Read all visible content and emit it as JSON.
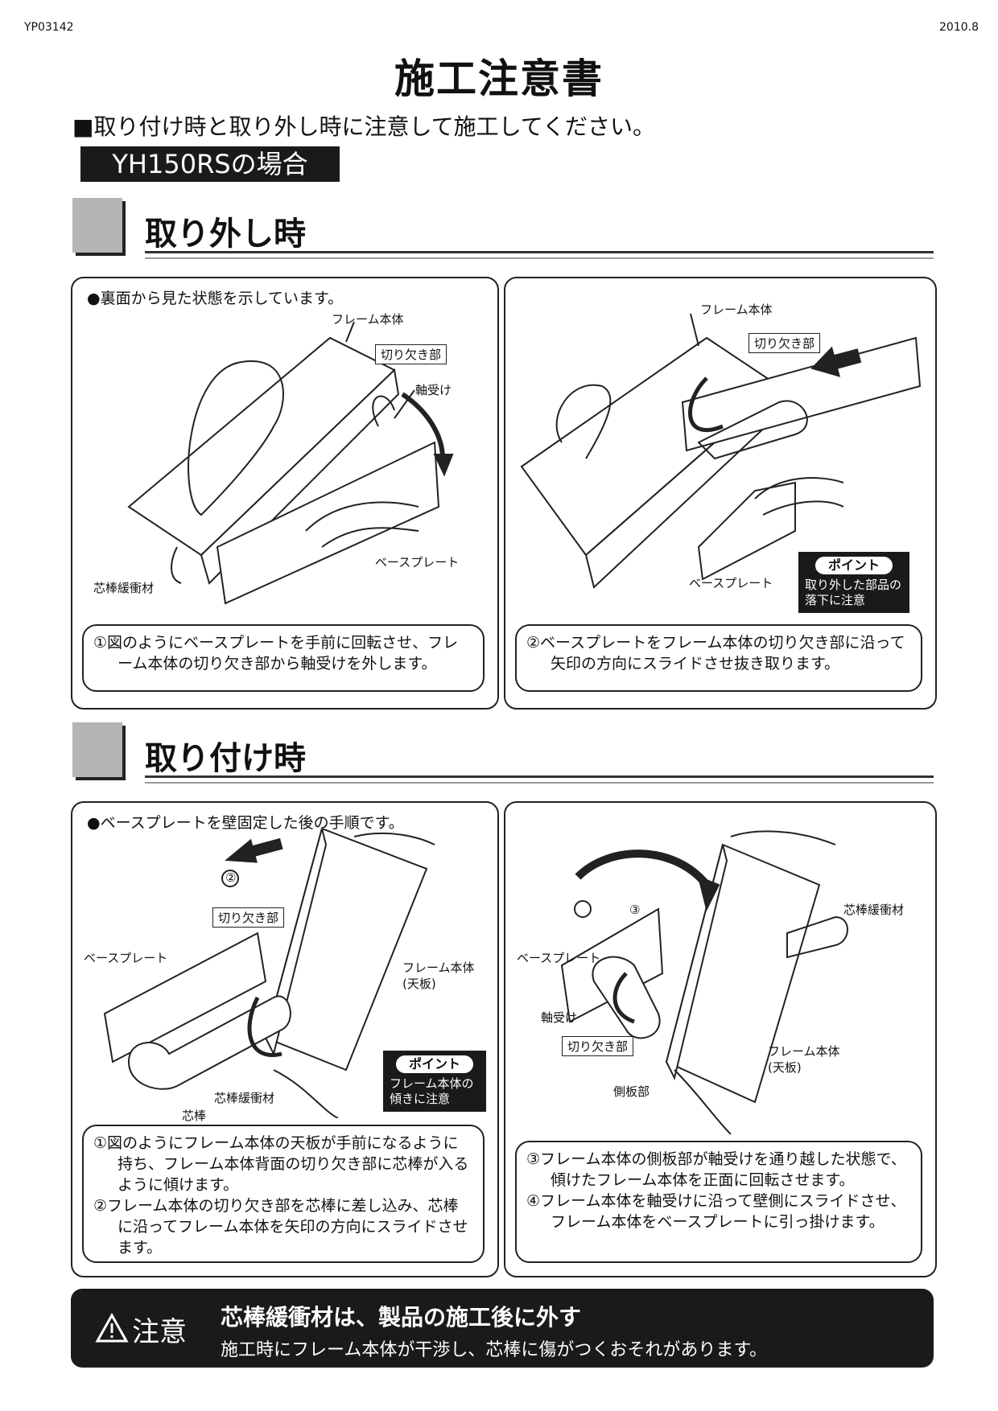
{
  "header": {
    "doc_id": "YP03142",
    "date": "2010.8",
    "title": "施工注意書"
  },
  "intro": "■取り付け時と取り外し時に注意して施工してください。",
  "model_label": "YH150RSの場合",
  "removal": {
    "heading": "取り外し時",
    "panel1": {
      "note": "●裏面から見た状態を示しています。",
      "labels": {
        "frame": "フレーム本体",
        "notch": "切り欠き部",
        "bearing": "軸受け",
        "cushion": "芯棒緩衝材",
        "base": "ベースプレート"
      },
      "caption": [
        "①図のようにベースプレートを手前に回転させ、フレーム本体の切り欠き部から軸受けを外します。"
      ]
    },
    "panel2": {
      "labels": {
        "frame": "フレーム本体",
        "notch": "切り欠き部",
        "base": "ベースプレート"
      },
      "point_title": "ポイント",
      "point_text": "取り外した部品の落下に注意",
      "caption": [
        "②ベースプレートをフレーム本体の切り欠き部に沿って矢印の方向にスライドさせ抜き取ります。"
      ]
    }
  },
  "install": {
    "heading": "取り付け時",
    "panel3": {
      "note": "●ベースプレートを壁固定した後の手順です。",
      "labels": {
        "step": "②",
        "notch": "切り欠き部",
        "base": "ベースプレート",
        "frame": "フレーム本体",
        "top": "(天板)",
        "cushion": "芯棒緩衝材",
        "core": "芯棒"
      },
      "point_title": "ポイント",
      "point_text": "フレーム本体の傾きに注意",
      "caption": [
        "①図のようにフレーム本体の天板が手前になるように持ち、フレーム本体背面の切り欠き部に芯棒が入るように傾けます。",
        "②フレーム本体の切り欠き部を芯棒に差し込み、芯棒に沿ってフレーム本体を矢印の方向にスライドさせます。"
      ]
    },
    "panel4": {
      "labels": {
        "step": "③",
        "cushion": "芯棒緩衝材",
        "base": "ベースプレート",
        "bearing": "軸受け",
        "notch": "切り欠き部",
        "frame": "フレーム本体",
        "top": "(天板)",
        "side": "側板部"
      },
      "caption": [
        "③フレーム本体の側板部が軸受けを通り越した状態で、傾けたフレーム本体を正面に回転させます。",
        "④フレーム本体を軸受けに沿って壁側にスライドさせ、フレーム本体をベースプレートに引っ掛けます。"
      ]
    }
  },
  "warning": {
    "label": "注意",
    "title": "芯棒緩衝材は、製品の施工後に外す",
    "text": "施工時にフレーム本体が干渉し、芯棒に傷がつくおそれがあります。"
  }
}
